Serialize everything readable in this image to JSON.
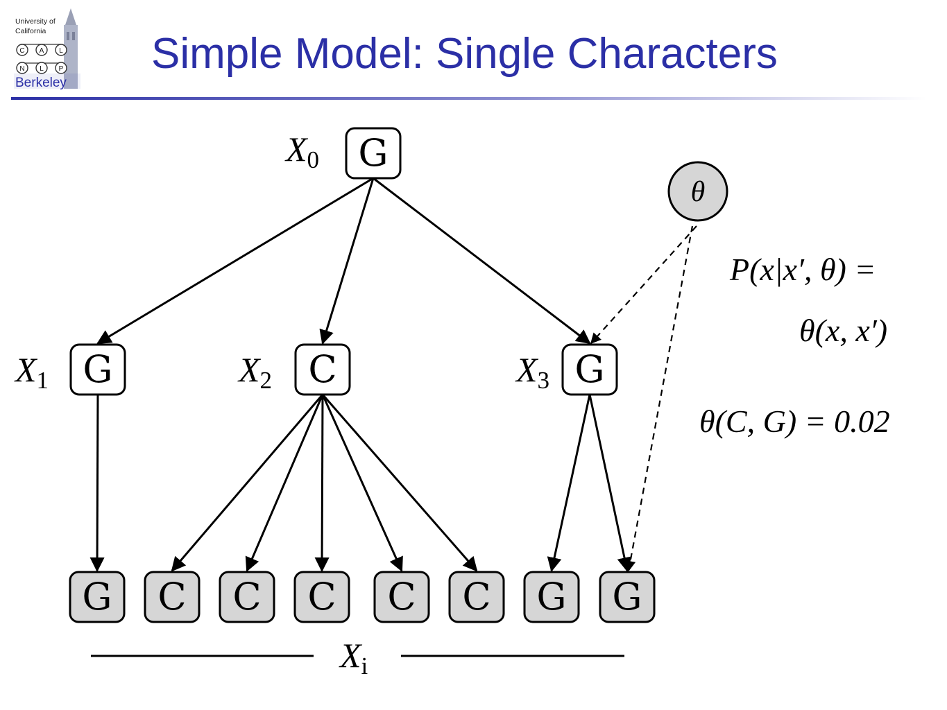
{
  "slide": {
    "title": "Simple Model: Single Characters"
  },
  "logo": {
    "line1": "University of",
    "line2": "California",
    "letters": [
      "C",
      "A",
      "L",
      "N",
      "L",
      "P"
    ],
    "wordmark": "Berkeley"
  },
  "diagram": {
    "root": {
      "var": "X",
      "sub": "0",
      "symbol": "G"
    },
    "middle": [
      {
        "var": "X",
        "sub": "1",
        "symbol": "G"
      },
      {
        "var": "X",
        "sub": "2",
        "symbol": "C"
      },
      {
        "var": "X",
        "sub": "3",
        "symbol": "G"
      }
    ],
    "leaves": [
      "G",
      "C",
      "C",
      "C",
      "C",
      "C",
      "G",
      "G"
    ],
    "leaves_label": {
      "var": "X",
      "sub": "i"
    },
    "theta": "θ"
  },
  "equations": {
    "line1": "P(x|x′, θ) =",
    "line2": "θ(x, x′)",
    "line3": "θ(C, G) = 0.02"
  },
  "colors": {
    "title": "#2b2fa6",
    "observed_fill": "#d6d6d6",
    "hidden_fill": "#ffffff",
    "edge": "#000000"
  }
}
